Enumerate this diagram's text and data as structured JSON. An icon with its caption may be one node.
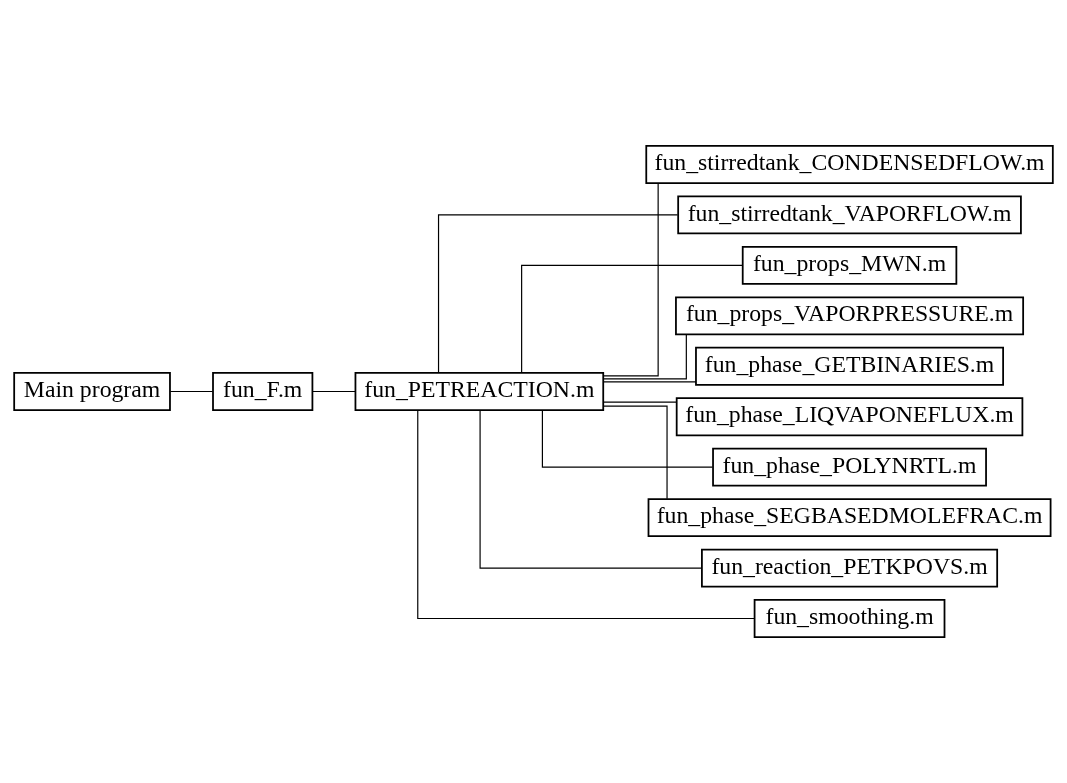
{
  "diagram": {
    "nodes": [
      {
        "text": [
          "Main program"
        ]
      },
      {
        "text": [
          "fun_F.m"
        ]
      },
      {
        "text": [
          "fun_PETREACTION.m"
        ]
      },
      {
        "text": [
          "fun_stirredtank_CONDENSEDFLOW.m"
        ]
      },
      {
        "text": [
          "fun_stirredtank_VAPORFLOW.m"
        ]
      },
      {
        "text": [
          "fun_props_MWN.m"
        ]
      },
      {
        "text": [
          "fun_props_VAPORPRESSURE.m"
        ]
      },
      {
        "text": [
          "fun_phase_GETBINARIES.m"
        ]
      },
      {
        "text": [
          "fun_phase_LIQVAPONEFLUX.m"
        ]
      },
      {
        "text": [
          "fun_phase_POLYNRTL.m"
        ]
      },
      {
        "text": [
          "fun_phase_SEGBASEDMOLEFRAC.m"
        ]
      },
      {
        "text": [
          "fun_reaction_PETKPOVS.m"
        ]
      },
      {
        "text": [
          "fun_smoothing.m"
        ]
      }
    ],
    "edges": [
      {
        "from": 0,
        "to": 1,
        "arrow": "none"
      },
      {
        "from": 1,
        "to": 2,
        "arrow": "none"
      },
      {
        "from": 2,
        "to": 3,
        "arrow": "none"
      },
      {
        "from": 2,
        "to": 4,
        "arrow": "none"
      },
      {
        "from": 2,
        "to": 5,
        "arrow": "none"
      },
      {
        "from": 2,
        "to": 6,
        "arrow": "none"
      },
      {
        "from": 2,
        "to": 7,
        "arrow": "none"
      },
      {
        "from": 2,
        "to": 8,
        "arrow": "none"
      },
      {
        "from": 2,
        "to": 9,
        "arrow": "none"
      },
      {
        "from": 2,
        "to": 10,
        "arrow": "none"
      },
      {
        "from": 2,
        "to": 11,
        "arrow": "none"
      },
      {
        "from": 2,
        "to": 12,
        "arrow": "none"
      }
    ]
  }
}
